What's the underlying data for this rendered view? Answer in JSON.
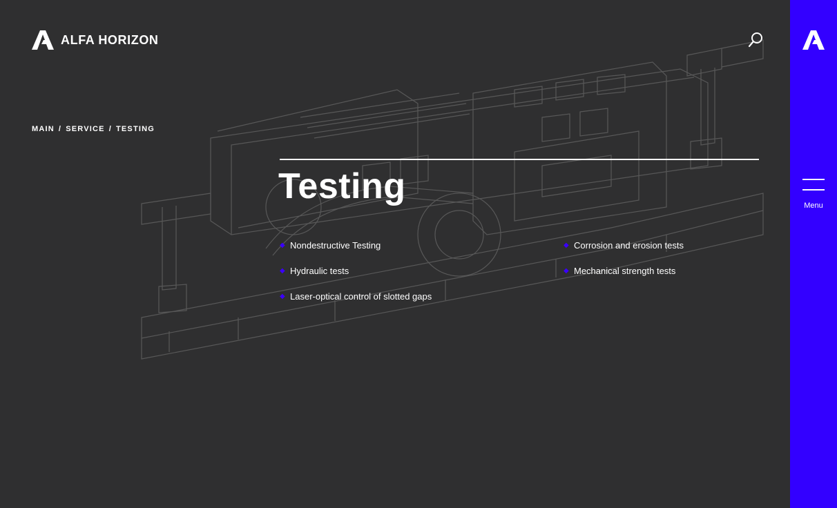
{
  "brand": {
    "name": "ALFA HORIZON",
    "logo_icon": "alfa-horizon-logo-icon"
  },
  "header": {
    "search_icon": "search-icon"
  },
  "breadcrumb": {
    "items": [
      "MAIN",
      "SERVICE",
      "TESTING"
    ],
    "separator": "/"
  },
  "page": {
    "title": "Testing"
  },
  "services": {
    "left": [
      "Nondestructive Testing",
      "Hydraulic tests",
      "Laser-optical control of slotted gaps"
    ],
    "right": [
      "Corrosion and erosion tests",
      "Mechanical strength tests"
    ]
  },
  "sidebar": {
    "menu_label": "Menu",
    "accent_color": "#3300ff"
  },
  "colors": {
    "background": "#2f2f30",
    "accent": "#3300ff",
    "text": "#ffffff"
  }
}
